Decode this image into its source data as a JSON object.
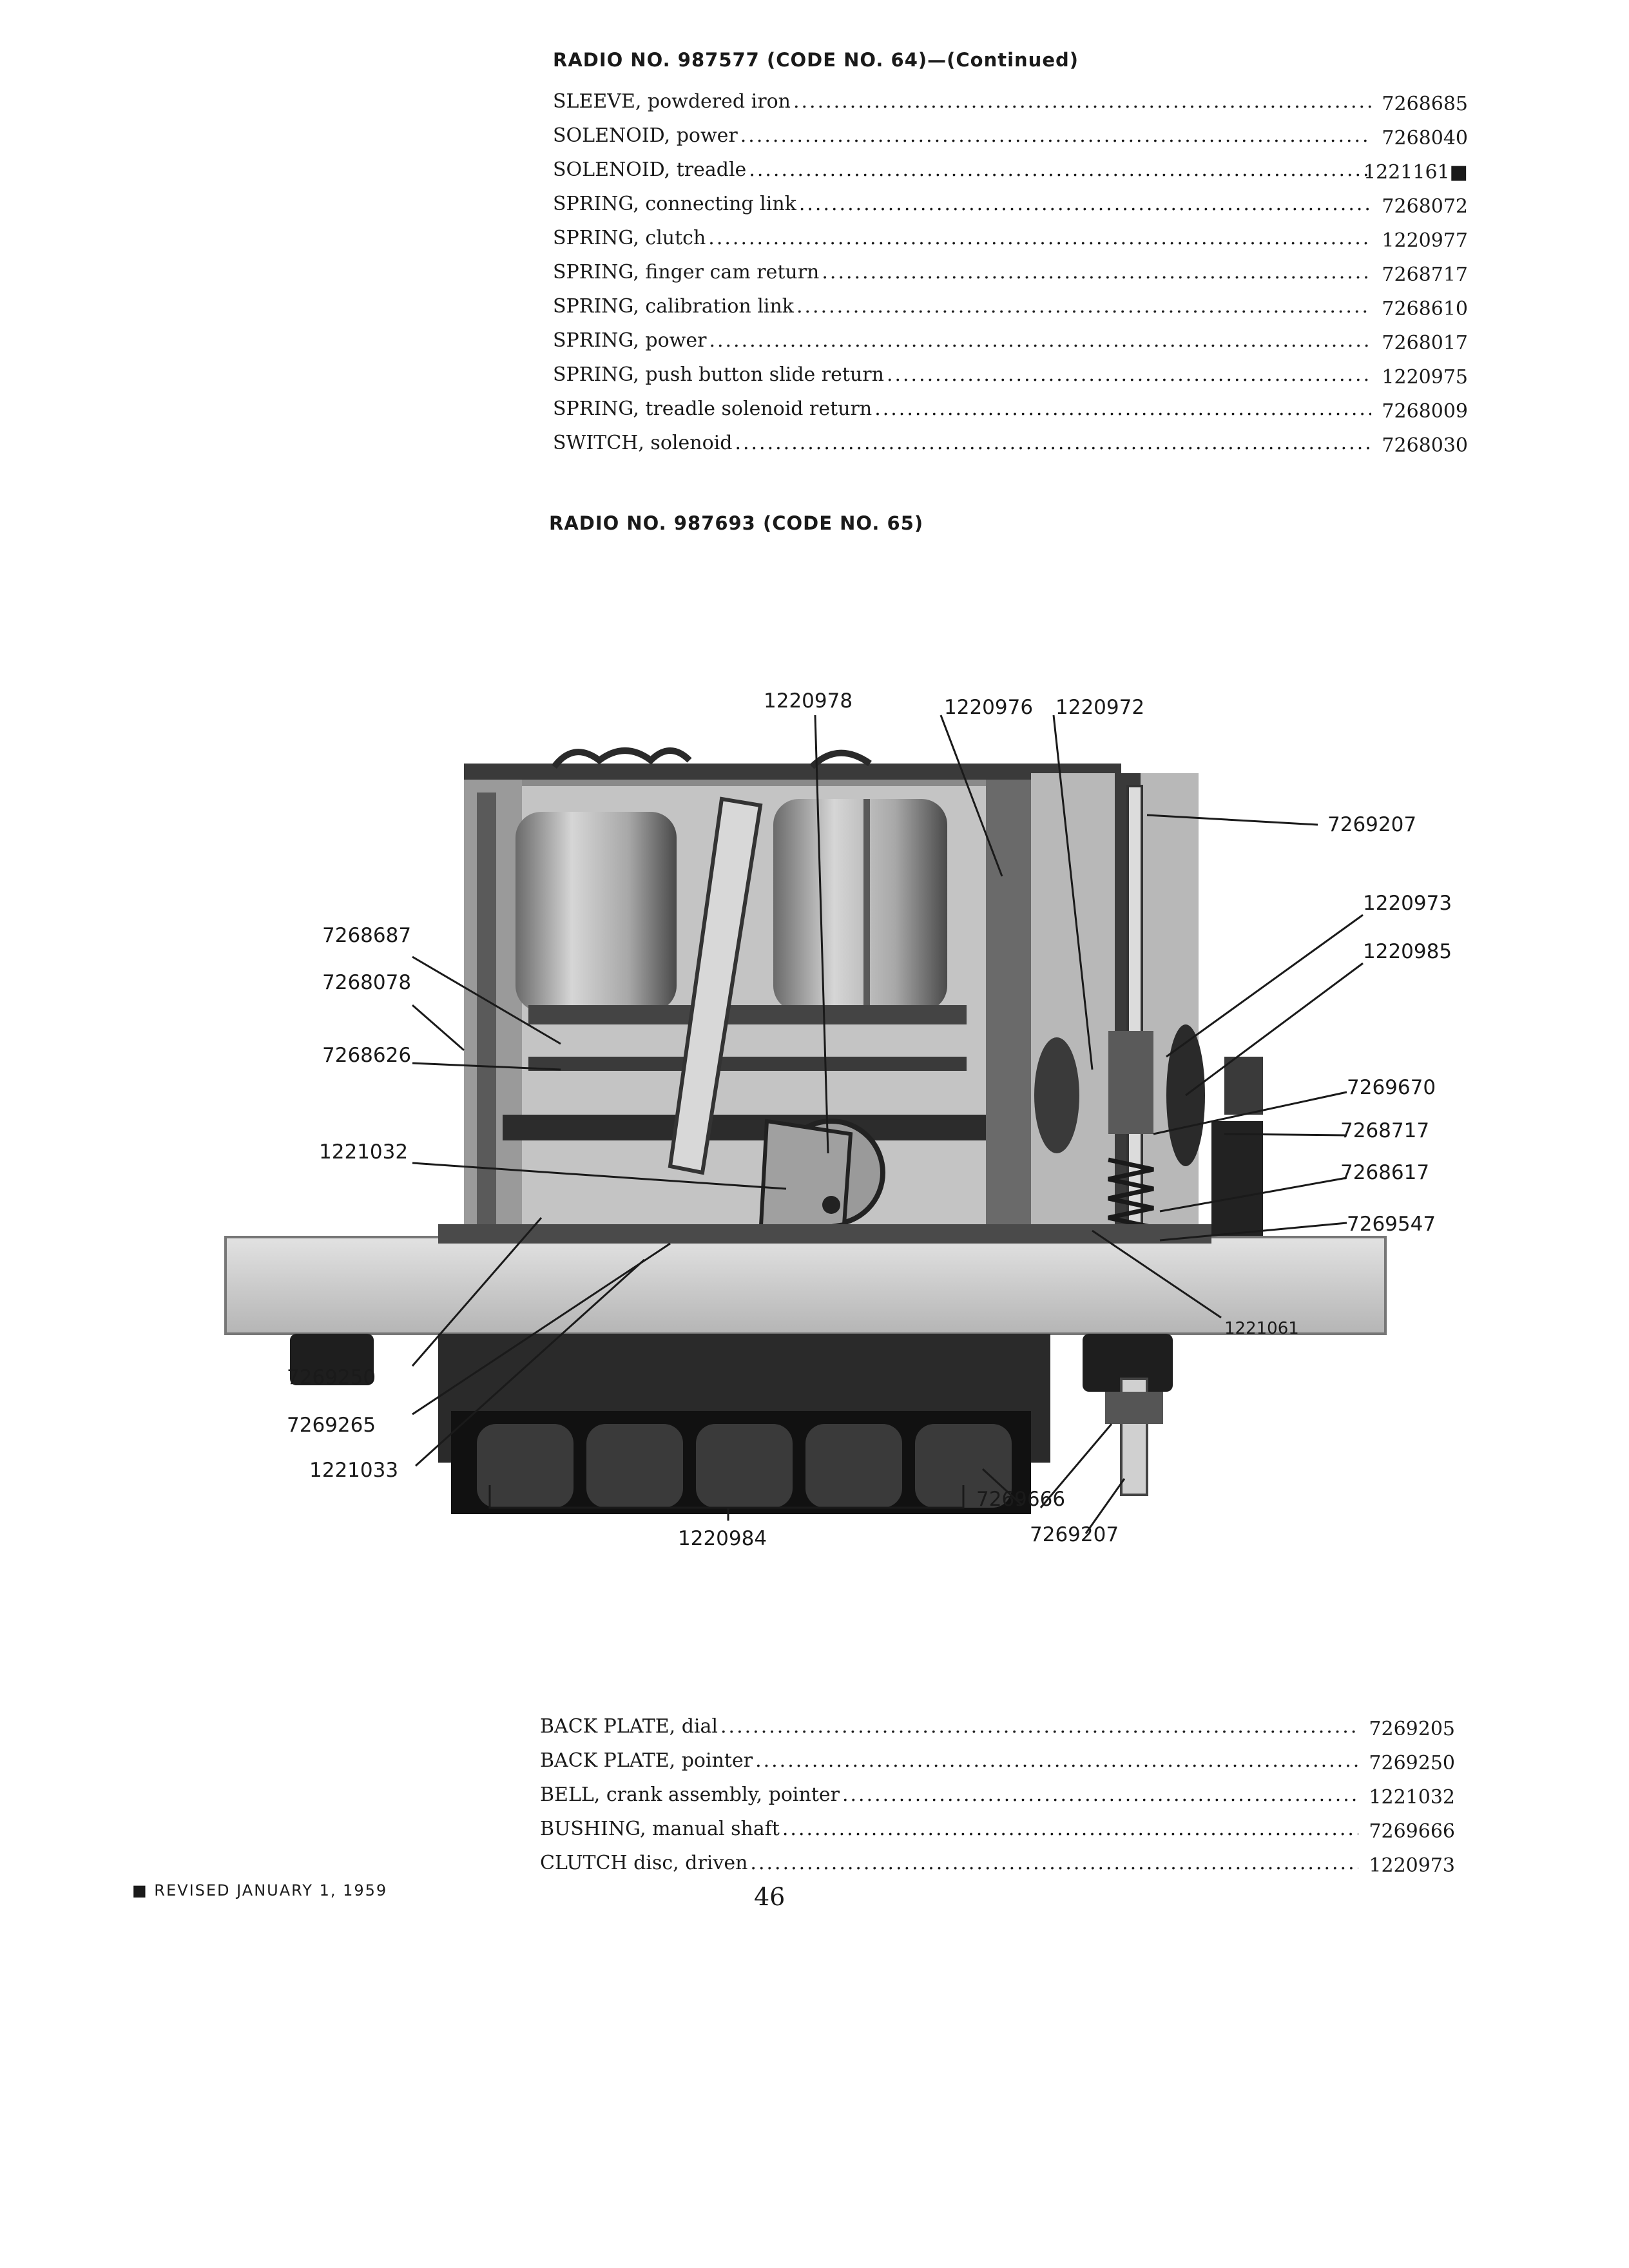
{
  "section_continued": {
    "heading": "RADIO NO. 987577 (CODE NO. 64)—(Continued)",
    "parts": [
      {
        "name": "SLEEVE, powdered iron",
        "number": "7268685"
      },
      {
        "name": "SOLENOID, power",
        "number": "7268040"
      },
      {
        "name": "SOLENOID, treadle",
        "number": "1221161■"
      },
      {
        "name": "SPRING, connecting link",
        "number": "7268072"
      },
      {
        "name": "SPRING, clutch",
        "number": "1220977"
      },
      {
        "name": "SPRING, finger cam return",
        "number": "7268717"
      },
      {
        "name": "SPRING, calibration link",
        "number": "7268610"
      },
      {
        "name": "SPRING, power",
        "number": "7268017"
      },
      {
        "name": "SPRING, push button slide return",
        "number": "1220975"
      },
      {
        "name": "SPRING, treadle solenoid return",
        "number": "7268009"
      },
      {
        "name": "SWITCH, solenoid",
        "number": "7268030"
      }
    ]
  },
  "section_new": {
    "heading": "RADIO NO. 987693 (CODE NO. 65)",
    "parts": [
      {
        "name": "BACK PLATE, dial",
        "number": "7269205"
      },
      {
        "name": "BACK PLATE, pointer",
        "number": "7269250"
      },
      {
        "name": "BELL, crank assembly, pointer",
        "number": "1221032"
      },
      {
        "name": "BUSHING, manual shaft",
        "number": "7269666"
      },
      {
        "name": "CLUTCH disc, driven",
        "number": "1220973"
      }
    ]
  },
  "figure": {
    "callouts": {
      "c_1220978": "1220978",
      "c_1220976": "1220976",
      "c_1220972": "1220972",
      "c_7269207_top": "7269207",
      "c_1220973": "1220973",
      "c_1220985": "1220985",
      "c_7268687": "7268687",
      "c_7268078": "7268078",
      "c_7268626": "7268626",
      "c_1221032": "1221032",
      "c_7269670": "7269670",
      "c_7268717": "7268717",
      "c_7268617": "7268617",
      "c_7269547": "7269547",
      "c_1221061": "1221061",
      "c_7269250": "7269250",
      "c_7269265": "7269265",
      "c_1221033": "1221033",
      "c_7269666": "7269666",
      "c_7269207_bottom": "7269207",
      "c_1220984": "1220984"
    }
  },
  "footer": {
    "footnote": "■ REVISED JANUARY 1, 1959",
    "page_number": "46"
  }
}
